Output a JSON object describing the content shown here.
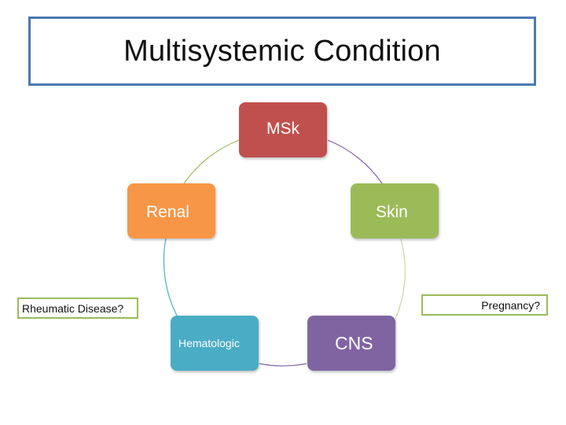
{
  "title": "Multisystemic Condition",
  "nodes": {
    "msk": "MSk",
    "renal": "Renal",
    "skin": "Skin",
    "hematologic": "Hematologic",
    "cns": "CNS"
  },
  "notes": {
    "left": "Rheumatic Disease?",
    "right": "Pregnancy?"
  },
  "colors": {
    "msk": "#c0504d",
    "renal": "#f79646",
    "skin": "#9bbb59",
    "hematologic": "#4bacc6",
    "cns": "#8064a2",
    "title_border": "#4a7ab0",
    "note_border": "#9bbb59"
  }
}
